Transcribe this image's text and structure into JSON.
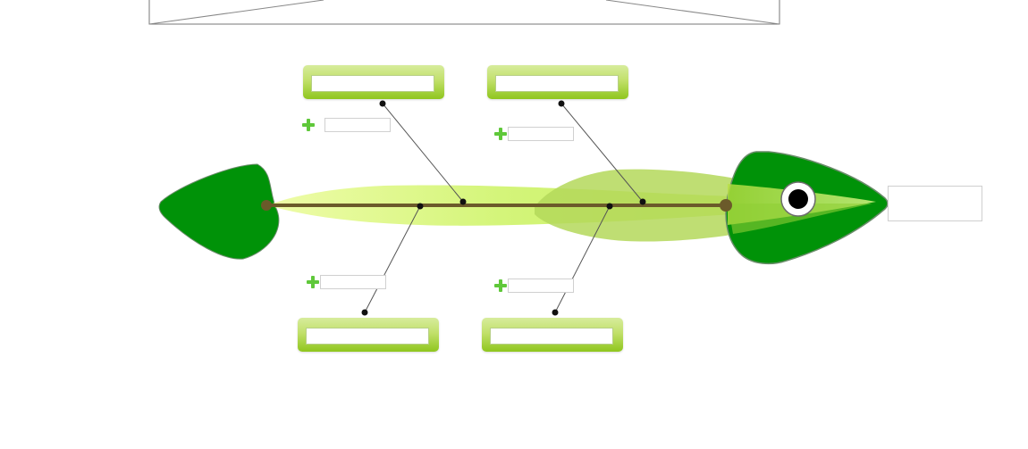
{
  "diagram": {
    "type": "fishbone",
    "colors": {
      "fin_dark": "#009208",
      "body_light": "#d9f77a",
      "body_mid": "#b9df5e",
      "spine": "#6b5a2a",
      "category_box": "#b8de55",
      "plus": "#5fc83a"
    },
    "effect": {
      "value": "",
      "placeholder": ""
    },
    "categories": [
      {
        "id": "top-left",
        "value": ""
      },
      {
        "id": "top-right",
        "value": ""
      },
      {
        "id": "bottom-left",
        "value": ""
      },
      {
        "id": "bottom-right",
        "value": ""
      }
    ],
    "causes": [
      {
        "id": "top-left-cause",
        "value": ""
      },
      {
        "id": "top-right-cause",
        "value": ""
      },
      {
        "id": "bottom-left-cause",
        "value": ""
      },
      {
        "id": "bottom-right-cause",
        "value": ""
      }
    ],
    "icons": {
      "add": "plus-icon",
      "eye": "eye-icon"
    }
  }
}
